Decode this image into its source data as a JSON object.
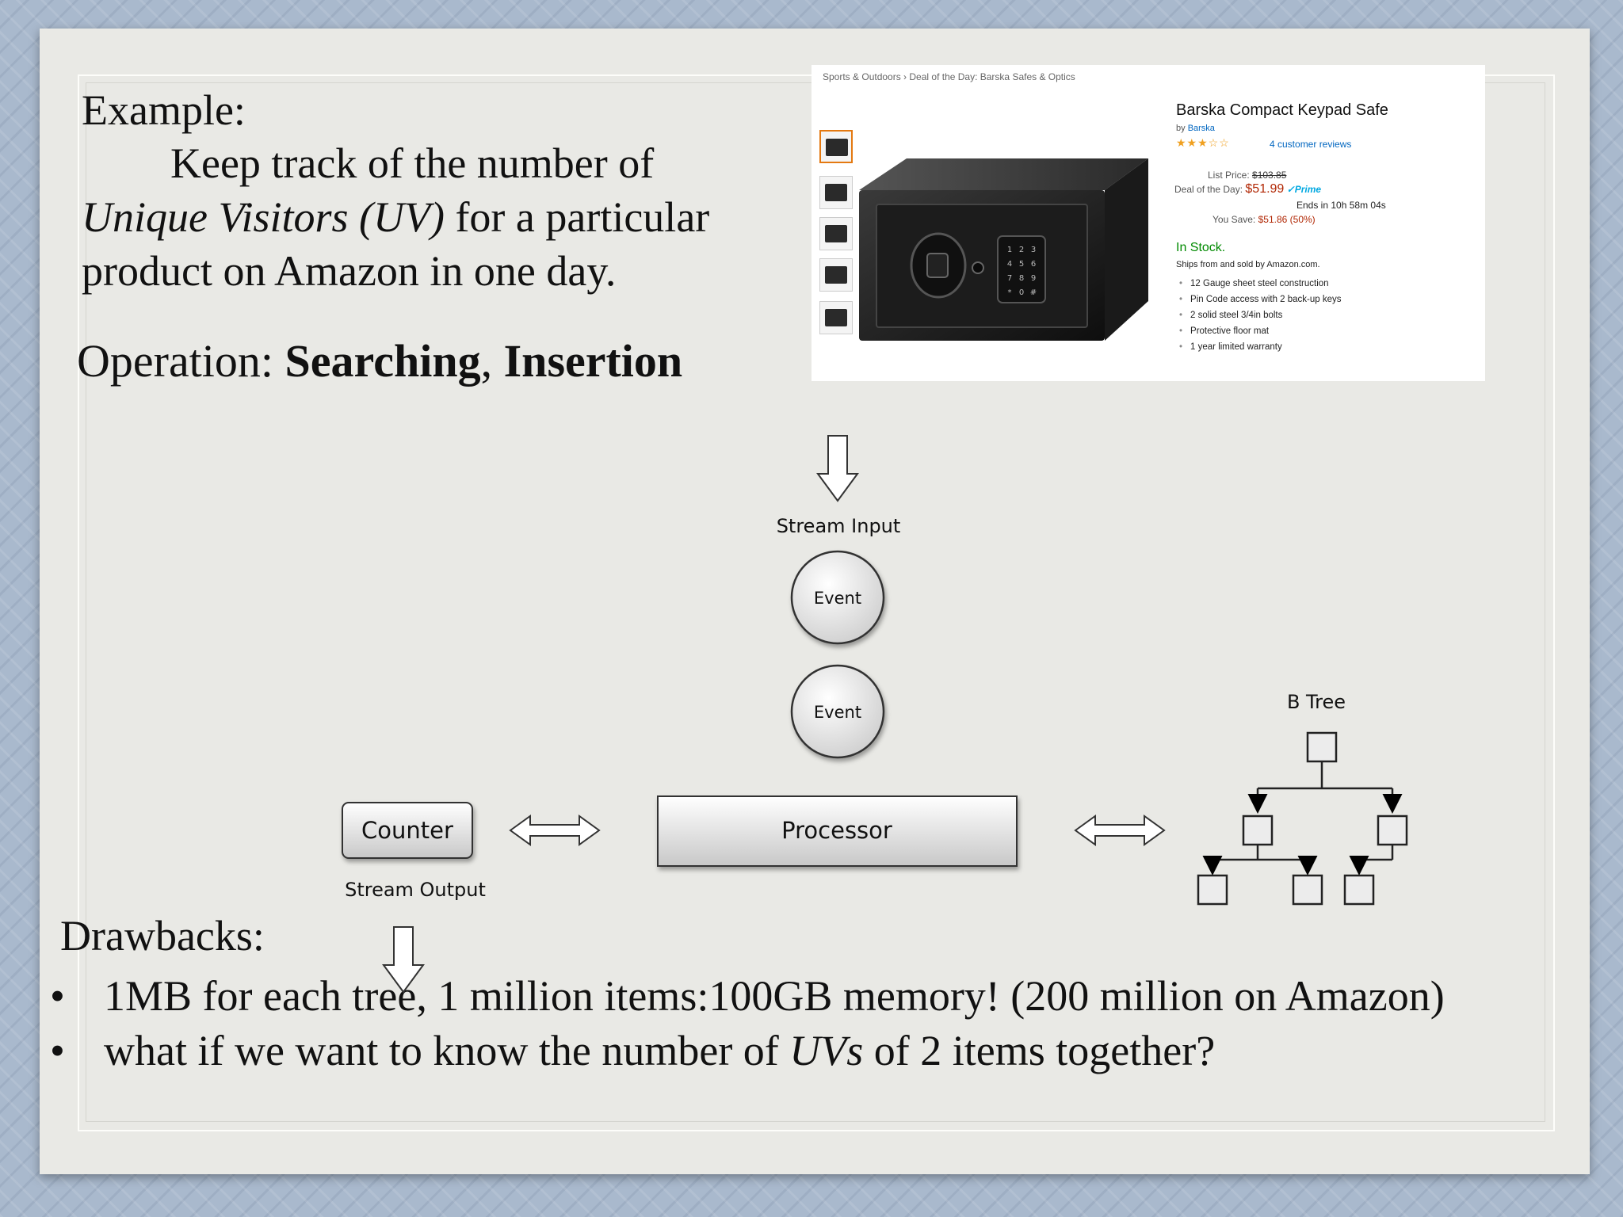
{
  "slide": {
    "example_heading": "Example:",
    "description": {
      "line1": "Keep track of the number of",
      "line2_italic": "Unique Visitors (UV)",
      "line2_rest": " for a particular",
      "line3": "product on Amazon in one day."
    },
    "operation": {
      "label": "Operation: ",
      "op1": "Searching",
      "sep": ", ",
      "op2": "Insertion"
    },
    "drawbacks_heading": "Drawbacks:",
    "bullets": [
      {
        "text": "1MB for each tree, 1 million items:100GB memory! (200 million on Amazon)"
      },
      {
        "pre": "what if we want to know the number of ",
        "italic": "UVs",
        "post": " of 2 items together?"
      }
    ],
    "bullet_symbol": "•"
  },
  "product": {
    "breadcrumb": "Sports & Outdoors › Deal of the Day: Barska Safes & Optics",
    "title": "Barska Compact Keypad Safe",
    "by_label": "by ",
    "brand": "Barska",
    "stars": "★★★☆☆",
    "stars_value": 3,
    "reviews": "4 customer reviews",
    "list_price_label": "List Price:",
    "list_price": "$103.85",
    "deal_label": "Deal of the Day:",
    "deal_price": "$51.99",
    "prime": "✓Prime",
    "ends": "Ends in 10h 58m 04s",
    "save_label": "You Save:",
    "save_value": "$51.86 (50%)",
    "stock": "In Stock.",
    "ships": "Ships from and sold by Amazon.com.",
    "features": [
      "12 Gauge sheet steel construction",
      "Pin Code access with 2 back-up keys",
      "2 solid steel 3/4in bolts",
      "Protective floor mat",
      "1 year limited warranty"
    ],
    "keypad": [
      "1",
      "2",
      "3",
      "4",
      "5",
      "6",
      "7",
      "8",
      "9",
      "*",
      "0",
      "#"
    ],
    "colors": {
      "link": "#0066c0",
      "price": "#b12704",
      "stock": "#008a00",
      "stars": "#f0a020"
    }
  },
  "diagram": {
    "stream_input": "Stream Input",
    "event_top": "Event",
    "event_bottom": "Event",
    "processor": "Processor",
    "counter": "Counter",
    "stream_output": "Stream Output",
    "btree_label": "B Tree"
  }
}
